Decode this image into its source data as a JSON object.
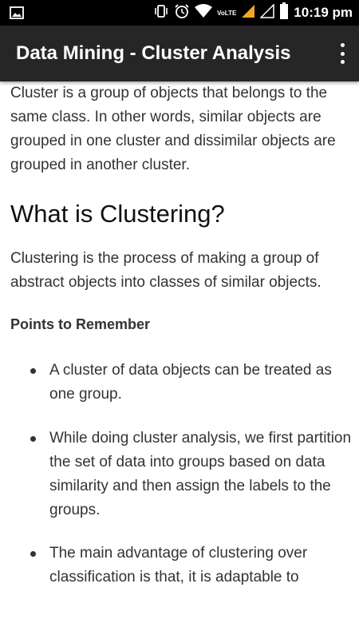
{
  "status_bar": {
    "time": "10:19 pm",
    "network_label": "VoLTE",
    "icons": [
      "image-icon",
      "vibrate-icon",
      "alarm-icon",
      "wifi-icon",
      "signal-icon",
      "signal-empty-icon",
      "battery-icon"
    ]
  },
  "app_bar": {
    "title": "Data Mining - Cluster Analysis",
    "menu_icon": "overflow-menu-icon"
  },
  "article": {
    "intro": "Cluster is a group of objects that belongs to the same class. In other words, similar objects are grouped in one cluster and dissimilar objects are grouped in another cluster.",
    "heading": "What is Clustering?",
    "definition": "Clustering is the process of making a group of abstract objects into classes of similar objects.",
    "subheading": "Points to Remember",
    "points": [
      "A cluster of data objects can be treated as one group.",
      "While doing cluster analysis, we first partition the set of data into groups based on data similarity and then assign the labels to the groups.",
      "The main advantage of clustering over classification is that, it is adaptable to"
    ]
  },
  "colors": {
    "app_bar": "#262626",
    "status_bar": "#000000",
    "text": "#333333",
    "signal_accent": "#f5a623"
  }
}
